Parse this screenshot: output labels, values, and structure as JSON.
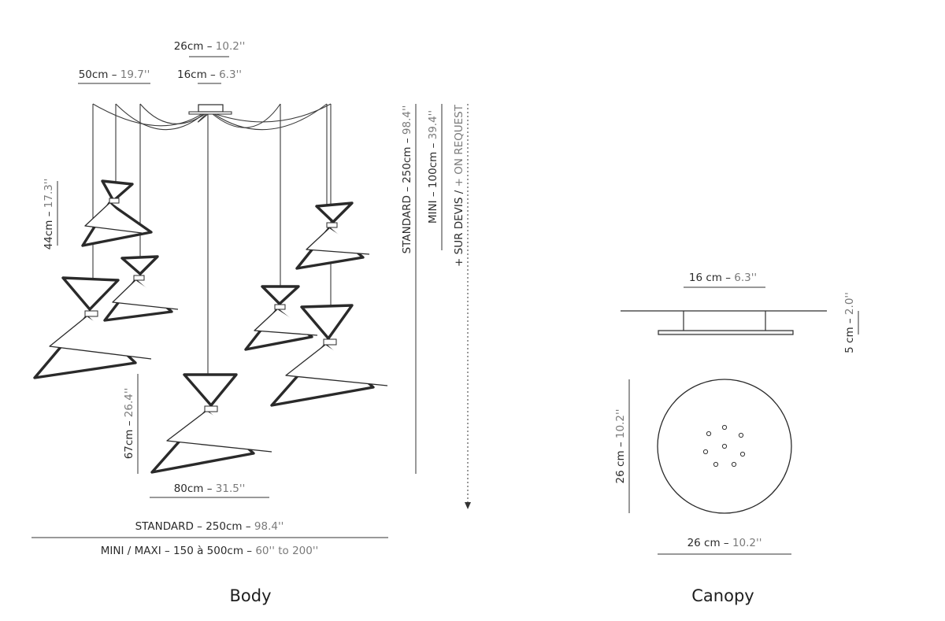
{
  "diagram": {
    "body_caption": "Body",
    "canopy_caption": "Canopy",
    "dims": {
      "canopy_top": {
        "metric": "26cm – ",
        "imperial": "10.2''"
      },
      "shade_small_width": {
        "metric": "50cm – ",
        "imperial": "19.7''"
      },
      "canopy_inner": {
        "metric": "16cm – ",
        "imperial": "6.3''"
      },
      "shade_small_height": {
        "metric": "44cm – ",
        "imperial": "17.3''"
      },
      "shade_large_height": {
        "metric": "67cm – ",
        "imperial": "26.4''"
      },
      "shade_large_width": {
        "metric": "80cm – ",
        "imperial": "31.5''"
      },
      "standard_width": {
        "metric": "STANDARD – 250cm – ",
        "imperial": "98.4''"
      },
      "mini_maxi_width": {
        "metric": "MINI / MAXI – 150 à 500cm – ",
        "imperial": "60'' to 200''"
      },
      "standard_drop": {
        "metric": "STANDARD – 250cm – ",
        "imperial": "98.4''"
      },
      "mini_drop": {
        "metric": "MINI – 100cm – ",
        "imperial": "39.4''"
      },
      "on_request": {
        "metric": "+ SUR DEVIS / ",
        "imperial": "+ ON REQUEST"
      },
      "canopy_side_inner": {
        "metric": "16 cm – ",
        "imperial": "6.3''"
      },
      "canopy_side_height": {
        "metric": "5 cm – ",
        "imperial": "2.0''"
      },
      "canopy_plan_height": {
        "metric": "26 cm – ",
        "imperial": "10.2''"
      },
      "canopy_plan_width": {
        "metric": "26 cm – ",
        "imperial": "10.2''"
      }
    }
  }
}
